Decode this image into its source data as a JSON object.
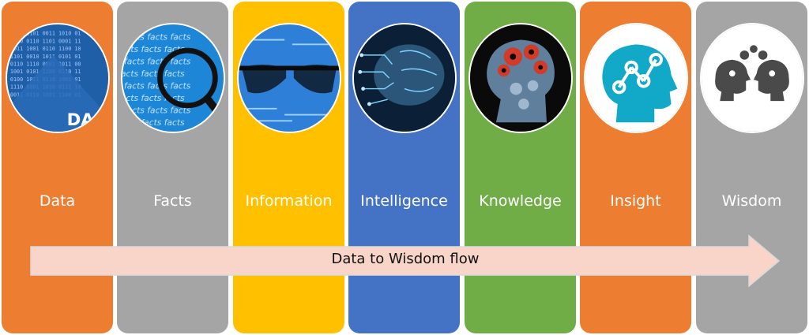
{
  "stages": [
    {
      "label": "Data",
      "color": "#ed7d31",
      "icon": "data-code-icon"
    },
    {
      "label": "Facts",
      "color": "#a5a5a5",
      "icon": "magnifier-facts-icon"
    },
    {
      "label": "Information",
      "color": "#ffc000",
      "icon": "glasses-screen-icon"
    },
    {
      "label": "Intelligence",
      "color": "#4472c4",
      "icon": "circuit-brain-icon"
    },
    {
      "label": "Knowledge",
      "color": "#70ad47",
      "icon": "gears-head-icon"
    },
    {
      "label": "Insight",
      "color": "#ed7d31",
      "icon": "network-head-icon"
    },
    {
      "label": "Wisdom",
      "color": "#a5a5a5",
      "icon": "two-heads-gears-icon"
    }
  ],
  "flow": {
    "label": "Data to Wisdom flow",
    "fill": "#f8d5c8",
    "stroke": "#d9d9d9"
  }
}
